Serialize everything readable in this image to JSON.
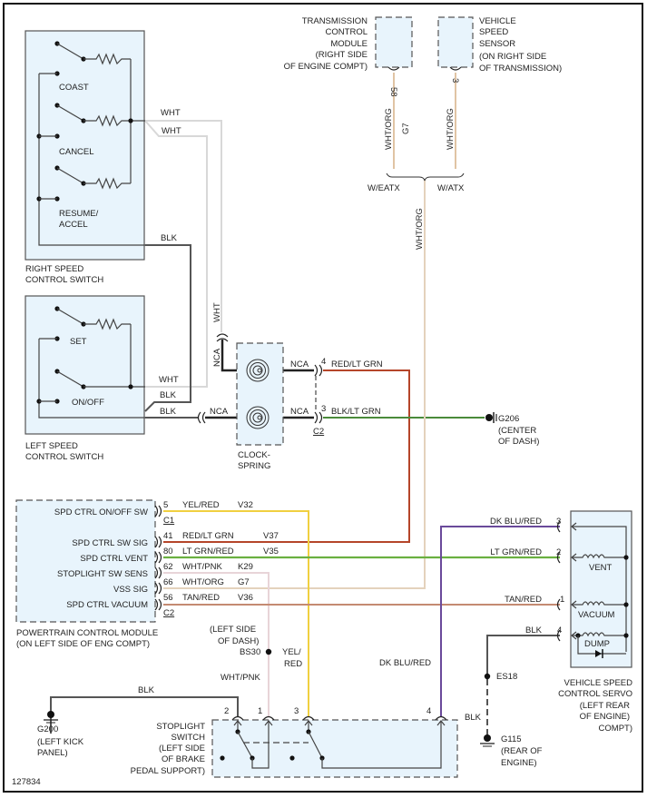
{
  "figure_id": "127834",
  "components": {
    "right_switch": {
      "label_1": "RIGHT SPEED",
      "label_2": "CONTROL SWITCH",
      "switches": [
        "COAST",
        "CANCEL",
        "RESUME/",
        "ACCEL"
      ]
    },
    "left_switch": {
      "label_1": "LEFT SPEED",
      "label_2": "CONTROL SWITCH",
      "switches": [
        "SET",
        "ON/OFF"
      ]
    },
    "tcm": {
      "lines": [
        "TRANSMISSION",
        "CONTROL",
        "MODULE",
        "(RIGHT SIDE",
        "OF ENGINE COMPT)"
      ],
      "pin": "58"
    },
    "vss": {
      "lines": [
        "VEHICLE",
        "SPEED",
        "SENSOR",
        "(ON RIGHT SIDE",
        "OF TRANSMISSION)"
      ],
      "pin": "3"
    },
    "clockspring": {
      "lines": [
        "CLOCK-",
        "SPRING"
      ]
    },
    "pcm": {
      "lines": [
        "POWERTRAIN CONTROL MODULE",
        "(ON LEFT SIDE OF ENG COMPT)"
      ],
      "connectors": [
        "C1",
        "C2"
      ],
      "pins": [
        {
          "name": "SPD CTRL ON/OFF SW",
          "pin": "5",
          "wire": "YEL/RED",
          "circuit": "V32"
        },
        {
          "name": "SPD CTRL SW SIG",
          "pin": "41",
          "wire": "RED/LT GRN",
          "circuit": "V37"
        },
        {
          "name": "SPD CTRL VENT",
          "pin": "80",
          "wire": "LT GRN/RED",
          "circuit": "V35"
        },
        {
          "name": "STOPLIGHT SW SENS",
          "pin": "62",
          "wire": "WHT/PNK",
          "circuit": "K29"
        },
        {
          "name": "VSS SIG",
          "pin": "66",
          "wire": "WHT/ORG",
          "circuit": "G7"
        },
        {
          "name": "SPD CTRL VACUUM",
          "pin": "56",
          "wire": "TAN/RED",
          "circuit": "V36"
        }
      ]
    },
    "servo": {
      "lines": [
        "VEHICLE SPEED",
        "CONTROL SERVO",
        "(LEFT REAR",
        "OF ENGINE)",
        "COMPT)"
      ],
      "coils": [
        "VENT",
        "VACUUM",
        "DUMP"
      ],
      "pins": [
        {
          "pin": "3",
          "wire": "DK BLU/RED"
        },
        {
          "pin": "2",
          "wire": "LT GRN/RED"
        },
        {
          "pin": "1",
          "wire": "TAN/RED"
        },
        {
          "pin": "4",
          "wire": "BLK"
        }
      ]
    },
    "stoplight": {
      "lines": [
        "STOPLIGHT",
        "SWITCH",
        "(LEFT SIDE",
        "OF BRAKE",
        "PEDAL SUPPORT)"
      ],
      "pins": [
        "2",
        "1",
        "3",
        "4"
      ]
    }
  },
  "grounds": {
    "g206": [
      "G206",
      "(CENTER",
      "OF DASH)"
    ],
    "g200": [
      "G200",
      "(LEFT KICK",
      "PANEL)"
    ],
    "g115": [
      "G115",
      "(REAR OF",
      "ENGINE)"
    ]
  },
  "splices": {
    "bs30": {
      "id": "BS30",
      "location": [
        "(LEFT SIDE",
        "OF DASH)"
      ]
    },
    "es18": {
      "id": "ES18"
    }
  },
  "wire_labels": {
    "wht": "WHT",
    "blk": "BLK",
    "nca": "NCA",
    "red_lt_grn": "RED/LT GRN",
    "blk_lt_grn": "BLK/LT GRN",
    "wht_org": "WHT/ORG",
    "wht_torg": "WHT/ORG",
    "g7": "G7",
    "w_eatx": "W/EATX",
    "w_atx": "W/ATX",
    "yel": "YEL/",
    "red": "RED",
    "wht_pnk": "WHT/PNK",
    "dk_blu_red": "DK BLU/RED",
    "pin4": "4",
    "pin3": "3",
    "c2": "C2"
  },
  "wire_colors": {
    "wht": "#d8d8d8",
    "blk": "#555555",
    "red_lt_grn": "#b5452a",
    "blk_lt_grn": "#4a8a3a",
    "yel_red": "#f0d040",
    "lt_grn_red": "#6ab040",
    "wht_pnk": "#e8d4d8",
    "wht_org": "#e4d2bc",
    "tan_red": "#c48a72",
    "dk_blu_red": "#6a4a9a",
    "tcm_wire": "#e0c4a4"
  }
}
